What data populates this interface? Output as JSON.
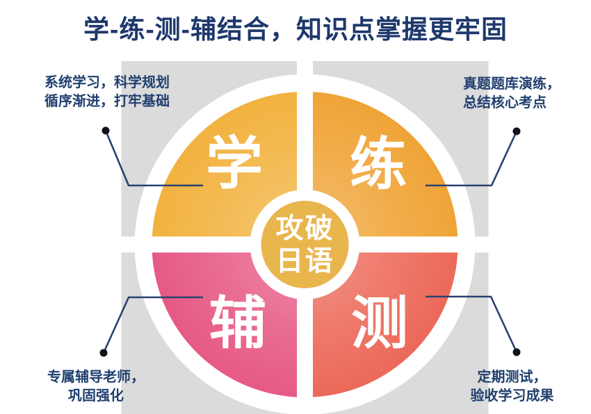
{
  "title": {
    "text": "学-练-测-辅结合，知识点掌握更牢固"
  },
  "colors": {
    "title_navy": "#1E386B",
    "annotation_navy": "#21406F",
    "gray_backdrop": "#DBDBDB",
    "learn_yellow": "#F2B23F",
    "practice_orange": "#F0A437",
    "tutor_pink": "#E65A84",
    "test_coral": "#EC6959",
    "center_gold": "#E9B54D",
    "connector_navy": "#2A4170",
    "dot_black": "#101318",
    "white": "#FFFFFF"
  },
  "wheel": {
    "center_label": {
      "line1": "攻破",
      "line2": "日语"
    },
    "quadrants": {
      "learn": {
        "label": "学",
        "position": "top-left"
      },
      "practice": {
        "label": "练",
        "position": "top-right"
      },
      "tutor": {
        "label": "辅",
        "position": "bottom-left"
      },
      "test": {
        "label": "测",
        "position": "bottom-right"
      }
    }
  },
  "annotations": {
    "top_left": {
      "line1": "系统学习，科学规划",
      "line2": "循序渐进，打牢基础"
    },
    "top_right": {
      "line1": "真题题库演练，",
      "line2": "总结核心考点"
    },
    "bottom_left": {
      "line1": "专属辅导老师，",
      "line2": "巩固强化"
    },
    "bottom_right": {
      "line1": "定期测试，",
      "line2": "验收学习成果"
    }
  }
}
